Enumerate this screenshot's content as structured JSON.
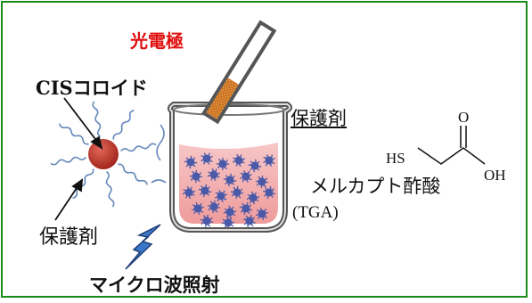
{
  "labels": {
    "photoelectrode": "光電極",
    "cis_colloid": "CISコロイド",
    "protecting_agent_right": "保護剤",
    "protecting_agent_left": "保護剤",
    "tga_name": "メルカプト酢酸",
    "tga_abbr": "(TGA)",
    "microwave": "マイクロ波照射"
  },
  "molecule": {
    "thiol": "HS",
    "carbonyl_o": "O",
    "hydroxyl": "OH"
  },
  "colors": {
    "frame": "#1a8c1a",
    "photoelectrode_label": "#e01010",
    "colloid": "#c0392b",
    "ligand": "#6688bb",
    "solution": "#f2a7a7",
    "bolt": "#3c78c8",
    "electrode_tip": "#e8903a"
  },
  "icons": [
    "colloid-particle-icon",
    "beaker-icon",
    "electrode-icon",
    "lightning-bolt-icon",
    "tga-structure-icon"
  ]
}
